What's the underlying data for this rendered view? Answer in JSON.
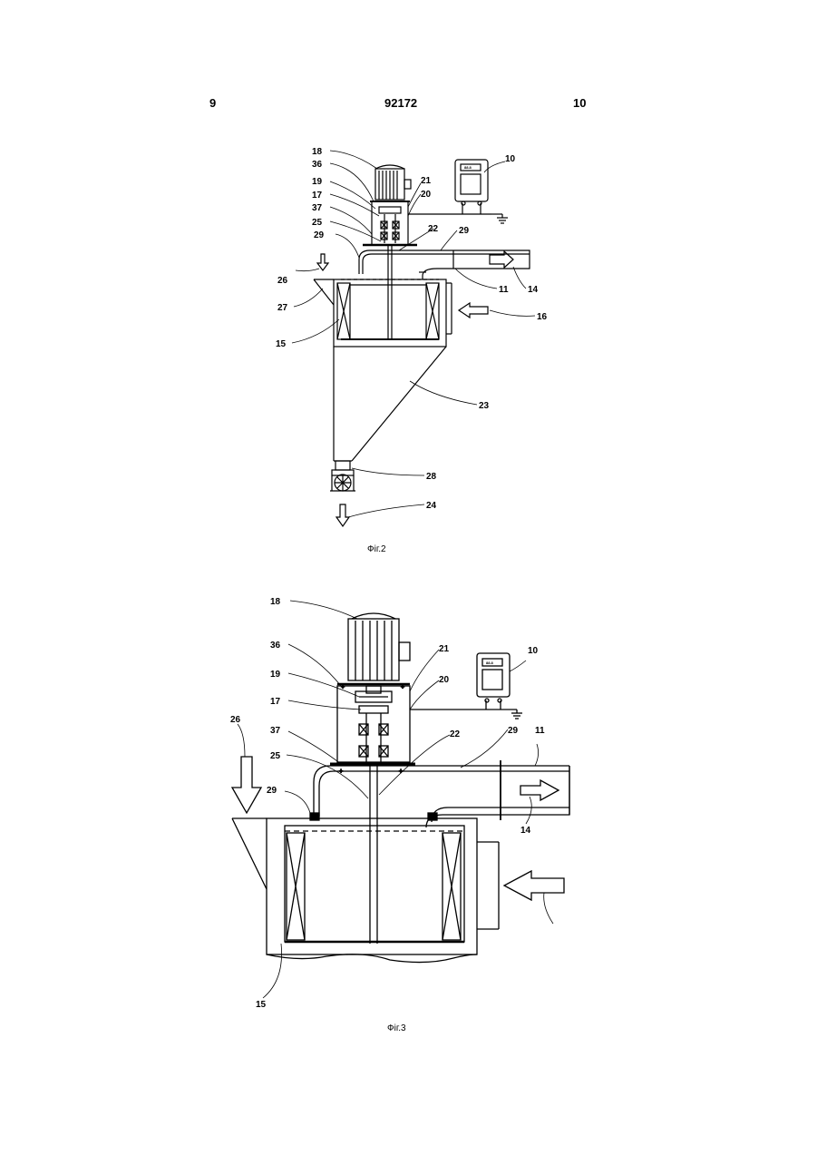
{
  "header": {
    "left_page": "9",
    "patent_number": "92172",
    "right_page": "10"
  },
  "fig2": {
    "caption": "Фіг.2",
    "labels": {
      "l18": "18",
      "l36": "36",
      "l19": "19",
      "l17": "17",
      "l37": "37",
      "l25": "25",
      "l29a": "29",
      "l26": "26",
      "l27": "27",
      "l15": "15",
      "l21": "21",
      "l20": "20",
      "l22": "22",
      "l29b": "29",
      "l10": "10",
      "l11": "11",
      "l14": "14",
      "l16": "16",
      "l23": "23",
      "l28": "28",
      "l24": "24"
    },
    "display_text": "88.8"
  },
  "fig3": {
    "caption": "Фіг.3",
    "labels": {
      "l18": "18",
      "l36": "36",
      "l19": "19",
      "l17": "17",
      "l37": "37",
      "l25": "25",
      "l26": "26",
      "l29a": "29",
      "l21": "21",
      "l20": "20",
      "l22": "22",
      "l29b": "29",
      "l11": "11",
      "l10": "10",
      "l14": "14",
      "l15": "15"
    },
    "display_text": "88.8"
  }
}
